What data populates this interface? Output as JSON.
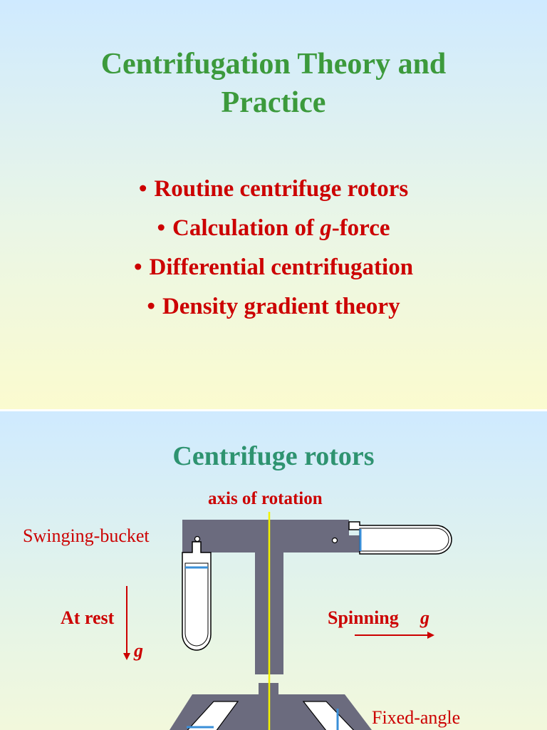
{
  "slide1": {
    "title_line1": "Centrifugation Theory and",
    "title_line2": "Practice",
    "bullets": [
      {
        "marker": "•",
        "pre": "Routine centrifuge rotors",
        "ital": "",
        "post": ""
      },
      {
        "marker": "•",
        "pre": "Calculation of ",
        "ital": "g",
        "post": "-force"
      },
      {
        "marker": "•",
        "pre": "Differential centrifugation",
        "ital": "",
        "post": ""
      },
      {
        "marker": "•",
        "pre": "Density gradient theory",
        "ital": "",
        "post": ""
      }
    ]
  },
  "slide2": {
    "title": "Centrifuge rotors",
    "axis_label": "axis of rotation",
    "swinging_label": "Swinging-bucket",
    "at_rest_label": "At rest",
    "g_symbol_rest": "g",
    "spinning_label": "Spinning",
    "g_symbol_spin": "g",
    "fixed_label": "Fixed-angle"
  },
  "colors": {
    "title_green": "#3c9a3c",
    "subtitle_green": "#2e9370",
    "text_red": "#cc0000",
    "rotor_gray": "#6b6b7e",
    "axis_yellow": "#f2f200",
    "liquid_blue": "#3a8fd8"
  }
}
